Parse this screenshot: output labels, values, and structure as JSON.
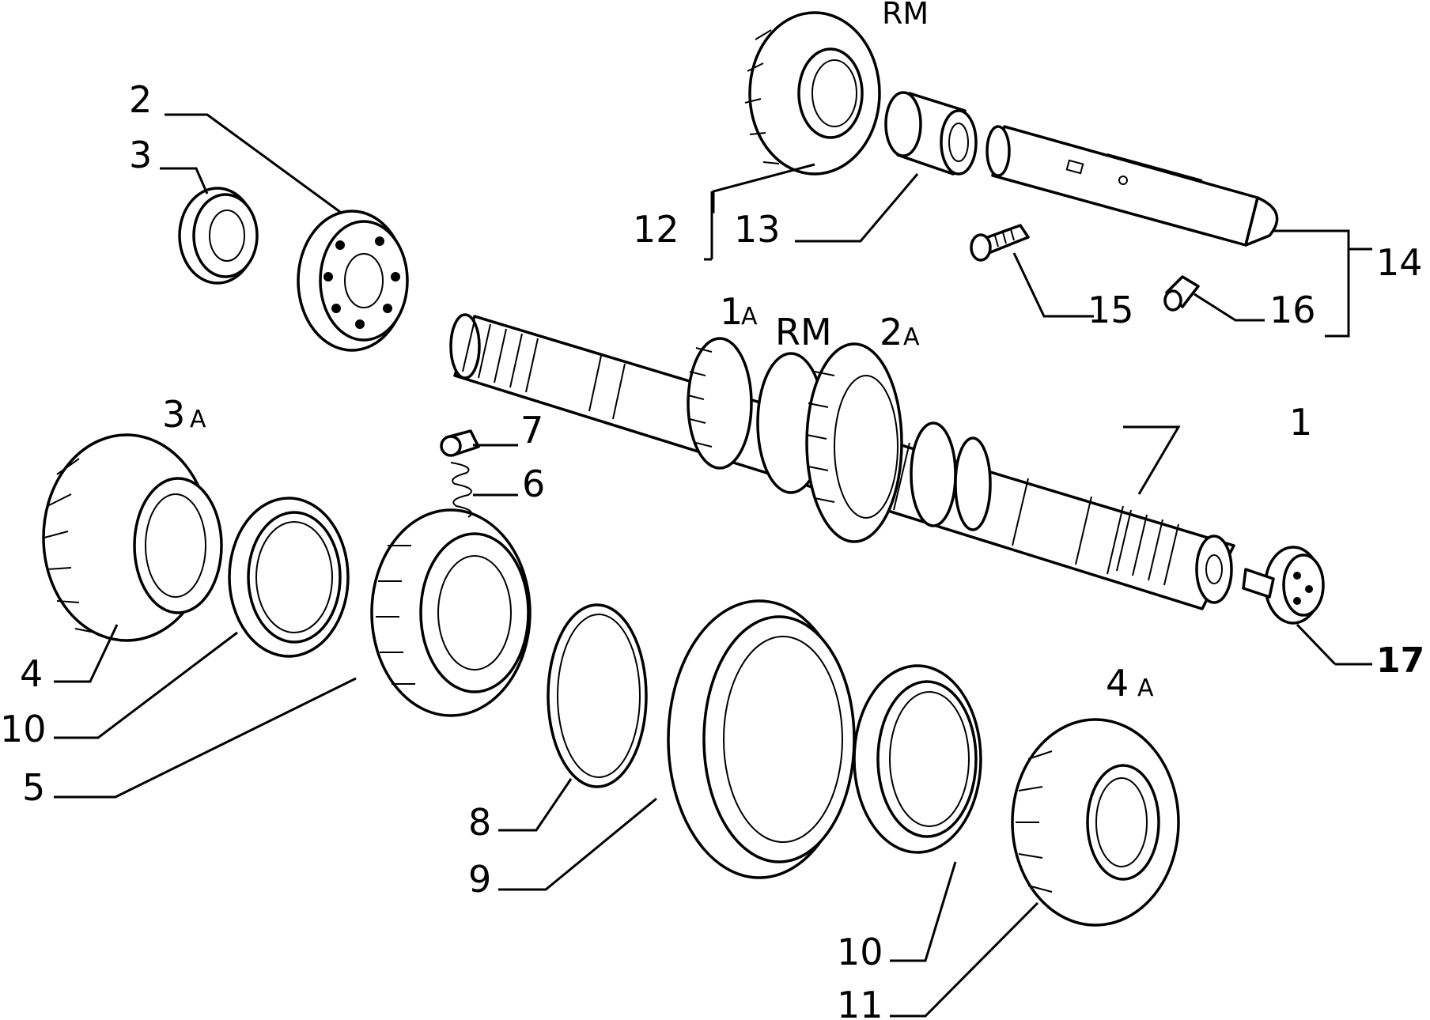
{
  "labels": {
    "l1": "1",
    "l2": "2",
    "l3": "3",
    "l4": "4",
    "l5": "5",
    "l6": "6",
    "l7": "7",
    "l8": "8",
    "l9": "9",
    "l10a": "10",
    "l10b": "10",
    "l11": "11",
    "l12": "12",
    "l13": "13",
    "l14": "14",
    "l15": "15",
    "l16": "16",
    "l17": "17"
  },
  "gear_markers": {
    "rm_top": "RM",
    "first_num": "1",
    "first_sub": "A",
    "rm_mid": "RM",
    "second_num": "2",
    "second_sub": "A",
    "third_num": "3",
    "third_sub": "A",
    "fourth_num": "4",
    "fourth_sub": "A"
  }
}
